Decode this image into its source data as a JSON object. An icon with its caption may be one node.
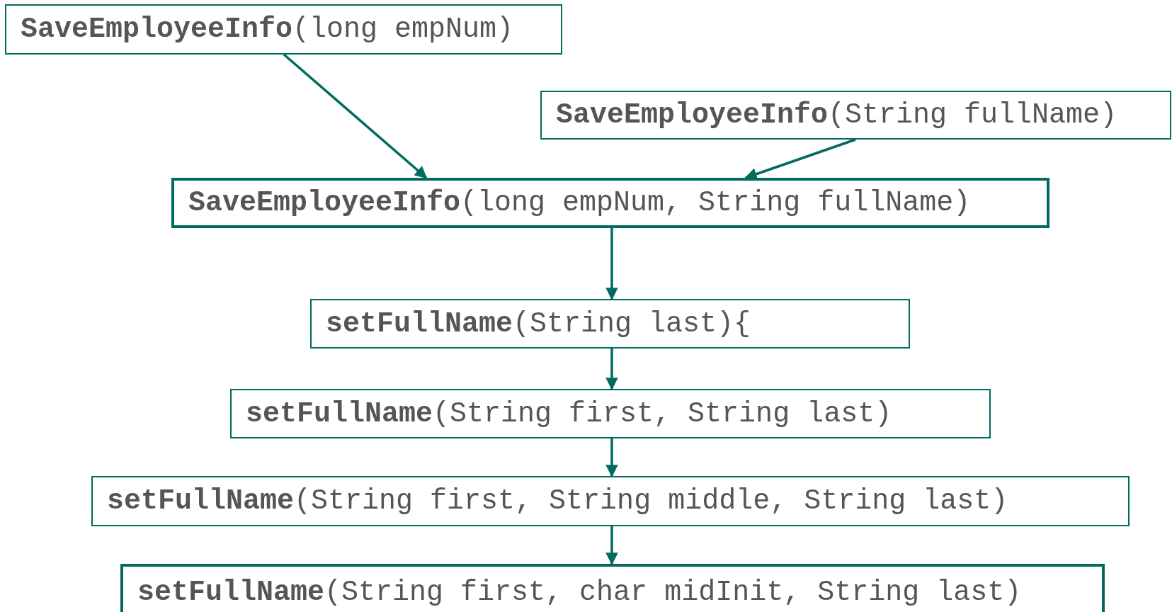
{
  "diagram": {
    "nodes": [
      {
        "text": [
          "**SaveEmployeeInfo**(long empNum)"
        ]
      },
      {
        "text": [
          "**SaveEmployeeInfo**(String fullName)"
        ]
      },
      {
        "text": [
          "**SaveEmployeeInfo**(long empNum, String fullName)"
        ]
      },
      {
        "text": [
          "**setFullName**(String last){"
        ]
      },
      {
        "text": [
          "**setFullName**(String first, String last)"
        ]
      },
      {
        "text": [
          "**setFullName**(String first, String middle, String last)"
        ]
      },
      {
        "text": [
          "**setFullName**(String first, char midInit, String last)"
        ]
      }
    ],
    "edges": [
      {
        "from": 0,
        "to": 2,
        "arrow": "to"
      },
      {
        "from": 1,
        "to": 2,
        "arrow": "to"
      },
      {
        "from": 2,
        "to": 3,
        "arrow": "to"
      },
      {
        "from": 3,
        "to": 4,
        "arrow": "to"
      },
      {
        "from": 4,
        "to": 5,
        "arrow": "to"
      },
      {
        "from": 5,
        "to": 6,
        "arrow": "to"
      }
    ]
  }
}
